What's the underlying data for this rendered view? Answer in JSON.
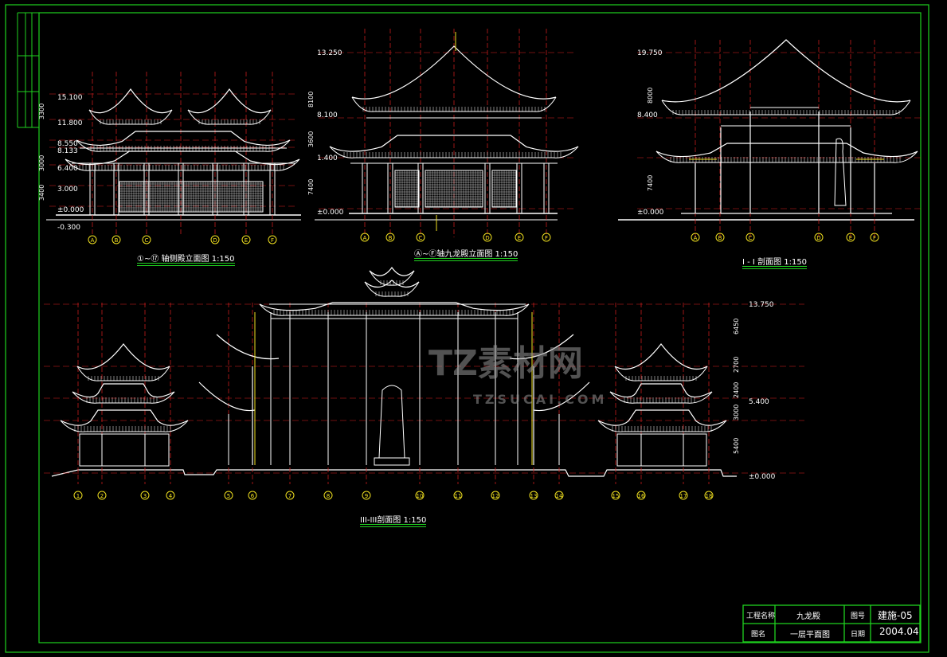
{
  "drawing_titles": {
    "front_elevation": "①~⑰ 轴侧殿立面图 1:150",
    "main_hall_elevation": "Ⓐ~Ⓕ轴九龙殿立面图 1:150",
    "section_1": "I - I 剖面图 1:150",
    "section_3": "III-III剖面图 1:150"
  },
  "axis_labels_letters": [
    "A",
    "B",
    "C",
    "D",
    "E",
    "F"
  ],
  "axis_labels_numbers": [
    "1",
    "2",
    "3",
    "4",
    "5",
    "6",
    "7",
    "8",
    "9",
    "10",
    "11",
    "12",
    "13",
    "14",
    "15",
    "16",
    "17",
    "18"
  ],
  "elevation_marks": {
    "left": [
      "15.100",
      "11.800",
      "8.550",
      "8.133",
      "6.400",
      "3.000",
      "±0.000",
      "-0.300"
    ],
    "middle": [
      "13.250",
      "8.100",
      "1.400",
      "±0.000"
    ],
    "right": [
      "19.750",
      "8.400",
      "±0.000"
    ],
    "bottom": [
      "13.750",
      "5.400",
      "±0.000"
    ]
  },
  "dimension_marks": {
    "left": [
      "3300",
      "3000",
      "3400"
    ],
    "middle": [
      "8100",
      "7400",
      "3600"
    ],
    "right": [
      "8000",
      "7400"
    ],
    "bottom": [
      "6450",
      "2700",
      "2400",
      "3000",
      "5400"
    ]
  },
  "watermark": {
    "main": "TZ素材网",
    "sub": "TZSUCAI.COM"
  },
  "title_block": {
    "project_label": "工程名称",
    "project_name": "九龙殿",
    "drawing_no_label": "图号",
    "drawing_no": "建施-05",
    "drawing_name_label": "图名",
    "drawing_name": "一层平面图",
    "date_label": "日期",
    "date": "2004.04"
  },
  "colors": {
    "border": "#1fd21f",
    "axis": "#e02020",
    "line": "#ffffff",
    "accent": "#f0e020",
    "magenta": "#e020e0",
    "background": "#000000"
  }
}
